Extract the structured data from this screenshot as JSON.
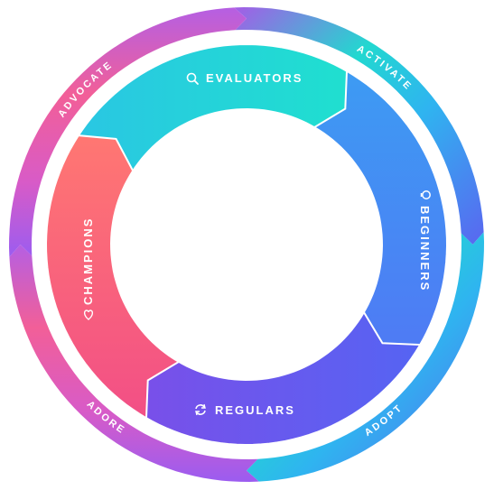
{
  "diagram": {
    "outer_ring_labels": {
      "activate": "ACTIVATE",
      "adopt": "ADOPT",
      "adore": "ADORE",
      "advocate": "ADVOCATE"
    },
    "inner_segments": {
      "evaluators": {
        "label": "EVALUATORS",
        "icon": "search-icon"
      },
      "beginners": {
        "label": "BEGINNERS",
        "icon": "lightbulb-icon"
      },
      "regulars": {
        "label": "REGULARS",
        "icon": "refresh-icon"
      },
      "champions": {
        "label": "CHAMPIONS",
        "icon": "heart-icon"
      }
    },
    "colors": {
      "teal": "#22d8d0",
      "blue": "#3b8cf2",
      "indigo": "#5b57ef",
      "violet": "#a857e6",
      "pink": "#f45d93",
      "coral": "#ff6f72"
    }
  }
}
